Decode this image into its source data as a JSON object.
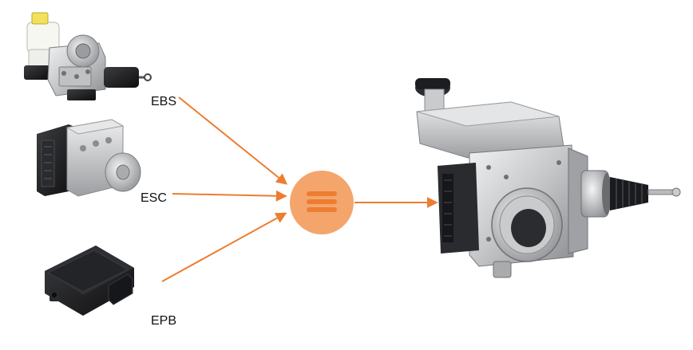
{
  "labels": {
    "ebs": "EBS",
    "esc": "ESC",
    "epb": "EPB"
  },
  "colors": {
    "arrow": "#ec7d31",
    "hub": "#f4a56c",
    "hub_bars": "#ec7d31",
    "metal_light": "#d9dadb",
    "metal_mid": "#a9abad",
    "metal_dark": "#4a4c4f",
    "black_part": "#1e1f21"
  },
  "icons": {
    "ebs_unit": "ebs-brake-module-icon",
    "esc_unit": "esc-abs-module-icon",
    "epb_unit": "epb-control-unit-icon",
    "hub": "integrated-brake-hub-icon",
    "output_unit": "integrated-brake-system-icon"
  }
}
